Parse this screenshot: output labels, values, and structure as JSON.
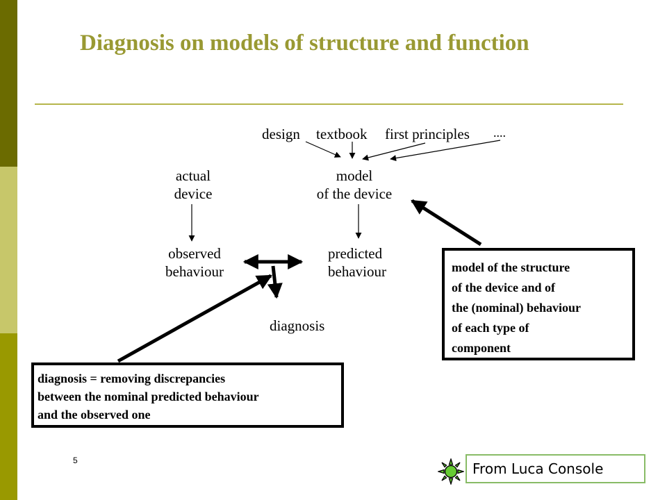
{
  "slide": {
    "title": "Diagnosis on models of structure and function",
    "page_number": "5",
    "credit": "From Luca Console"
  },
  "sources": {
    "design": "design",
    "textbook": "textbook",
    "first_principles": "first principles",
    "ellipsis": "...."
  },
  "nodes": {
    "actual_device": [
      "actual",
      "device"
    ],
    "model_of_device": [
      "model",
      "of the device"
    ],
    "observed_behaviour": [
      "observed",
      "behaviour"
    ],
    "predicted_behaviour": [
      "predicted",
      "behaviour"
    ],
    "diagnosis": "diagnosis"
  },
  "callouts": {
    "model_structure": [
      "model of the structure",
      "of the device and of",
      "the (nominal) behaviour",
      "of each type of",
      "component"
    ],
    "diagnosis_definition": [
      "diagnosis = removing discrepancies",
      "between the nominal predicted behaviour",
      "and the observed one"
    ]
  },
  "colors": {
    "title": "#999933",
    "sidebar_dark": "#6b6b00",
    "sidebar_light": "#c7c76a",
    "sidebar_mid": "#999900",
    "credit_border": "#88bb66",
    "sun_icon": "#66cc33"
  },
  "icons": {
    "credit_icon": "sun-icon"
  }
}
